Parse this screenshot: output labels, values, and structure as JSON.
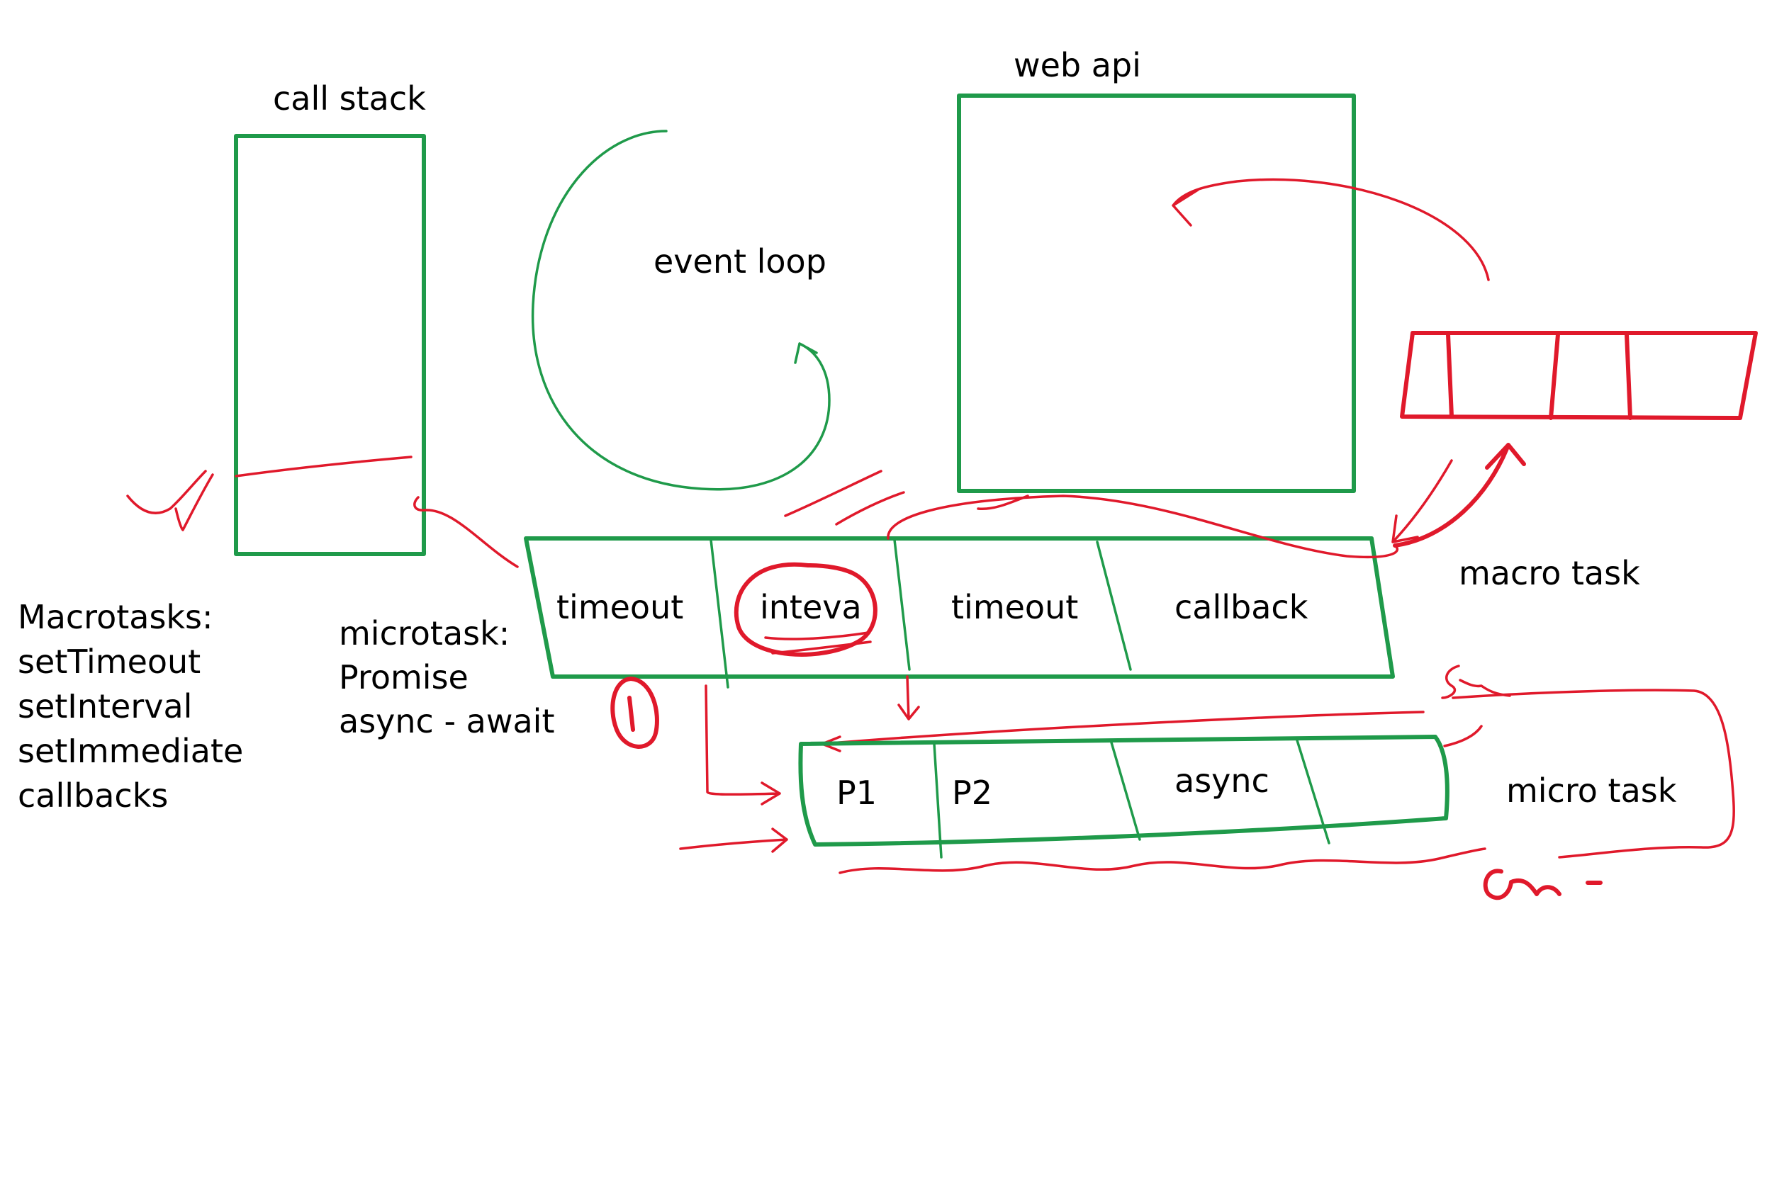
{
  "colors": {
    "background": "#ffffff",
    "box_stroke": "#1f9a4a",
    "annotation_stroke": "#e0192b",
    "text": "#000000"
  },
  "labels": {
    "call_stack": "call stack",
    "event_loop": "event loop",
    "web_api": "web api",
    "macro_task": "macro task",
    "micro_task": "micro task"
  },
  "macro_queue_cells": [
    "timeout",
    "inteva",
    "timeout",
    "callback"
  ],
  "micro_queue_cells": [
    "P1",
    "P2",
    "async"
  ],
  "notes": {
    "macrotasks": [
      "Macrotasks:",
      "setTimeout",
      "setInterval",
      "setImmediate",
      "callbacks"
    ],
    "microtasks": [
      "microtask:",
      "Promise",
      "async - await"
    ]
  }
}
